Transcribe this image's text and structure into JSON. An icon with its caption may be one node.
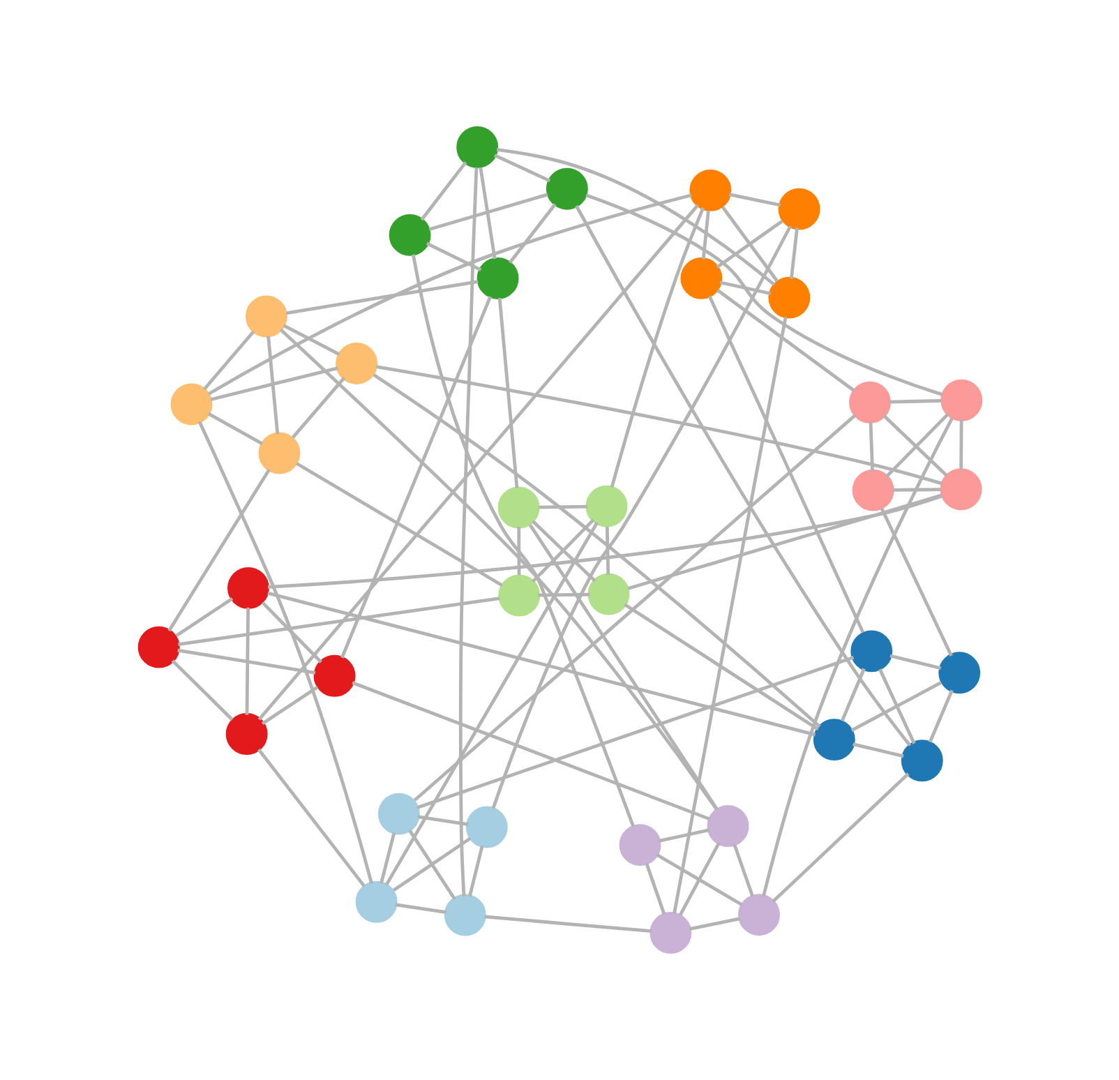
{
  "diagram": {
    "nodes": [
      {
        "text": [],
        "shape": "circle"
      },
      {
        "text": [],
        "shape": "circle"
      },
      {
        "text": [],
        "shape": "circle"
      },
      {
        "text": [],
        "shape": "circle"
      },
      {
        "text": [],
        "shape": "circle"
      },
      {
        "text": [],
        "shape": "circle"
      },
      {
        "text": [],
        "shape": "circle"
      },
      {
        "text": [],
        "shape": "circle"
      },
      {
        "text": [],
        "shape": "circle"
      },
      {
        "text": [],
        "shape": "circle"
      },
      {
        "text": [],
        "shape": "circle"
      },
      {
        "text": [],
        "shape": "circle"
      },
      {
        "text": [],
        "shape": "circle"
      },
      {
        "text": [],
        "shape": "circle"
      },
      {
        "text": [],
        "shape": "circle"
      },
      {
        "text": [],
        "shape": "circle"
      },
      {
        "text": [],
        "shape": "circle"
      },
      {
        "text": [],
        "shape": "circle"
      },
      {
        "text": [],
        "shape": "circle"
      },
      {
        "text": [],
        "shape": "circle"
      },
      {
        "text": [],
        "shape": "circle"
      },
      {
        "text": [],
        "shape": "circle"
      },
      {
        "text": [],
        "shape": "circle"
      },
      {
        "text": [],
        "shape": "circle"
      },
      {
        "text": [],
        "shape": "circle"
      },
      {
        "text": [],
        "shape": "circle"
      },
      {
        "text": [],
        "shape": "circle"
      },
      {
        "text": [],
        "shape": "circle"
      },
      {
        "text": [],
        "shape": "circle"
      },
      {
        "text": [],
        "shape": "circle"
      },
      {
        "text": [],
        "shape": "circle"
      },
      {
        "text": [],
        "shape": "circle"
      },
      {
        "text": [],
        "shape": "circle"
      },
      {
        "text": [],
        "shape": "circle"
      },
      {
        "text": [],
        "shape": "circle"
      },
      {
        "text": [],
        "shape": "circle"
      }
    ],
    "edges": [
      {
        "from": 0,
        "to": 1,
        "arrow": "none"
      },
      {
        "from": 0,
        "to": 2,
        "arrow": "none"
      },
      {
        "from": 0,
        "to": 3,
        "arrow": "none"
      },
      {
        "from": 1,
        "to": 2,
        "arrow": "none"
      },
      {
        "from": 1,
        "to": 3,
        "arrow": "none"
      },
      {
        "from": 2,
        "to": 3,
        "arrow": "none"
      },
      {
        "from": 4,
        "to": 5,
        "arrow": "none"
      },
      {
        "from": 4,
        "to": 6,
        "arrow": "none"
      },
      {
        "from": 4,
        "to": 7,
        "arrow": "none"
      },
      {
        "from": 5,
        "to": 6,
        "arrow": "none"
      },
      {
        "from": 5,
        "to": 7,
        "arrow": "none"
      },
      {
        "from": 6,
        "to": 7,
        "arrow": "none"
      },
      {
        "from": 8,
        "to": 9,
        "arrow": "none"
      },
      {
        "from": 8,
        "to": 10,
        "arrow": "none"
      },
      {
        "from": 8,
        "to": 11,
        "arrow": "none"
      },
      {
        "from": 9,
        "to": 10,
        "arrow": "none"
      },
      {
        "from": 9,
        "to": 11,
        "arrow": "none"
      },
      {
        "from": 10,
        "to": 11,
        "arrow": "none"
      },
      {
        "from": 12,
        "to": 13,
        "arrow": "none"
      },
      {
        "from": 12,
        "to": 14,
        "arrow": "none"
      },
      {
        "from": 12,
        "to": 15,
        "arrow": "none"
      },
      {
        "from": 13,
        "to": 14,
        "arrow": "none"
      },
      {
        "from": 13,
        "to": 15,
        "arrow": "none"
      },
      {
        "from": 14,
        "to": 15,
        "arrow": "none"
      },
      {
        "from": 16,
        "to": 17,
        "arrow": "none"
      },
      {
        "from": 16,
        "to": 18,
        "arrow": "none"
      },
      {
        "from": 16,
        "to": 19,
        "arrow": "none"
      },
      {
        "from": 17,
        "to": 18,
        "arrow": "none"
      },
      {
        "from": 17,
        "to": 19,
        "arrow": "none"
      },
      {
        "from": 18,
        "to": 19,
        "arrow": "none"
      },
      {
        "from": 20,
        "to": 21,
        "arrow": "none"
      },
      {
        "from": 20,
        "to": 22,
        "arrow": "none"
      },
      {
        "from": 20,
        "to": 23,
        "arrow": "none"
      },
      {
        "from": 21,
        "to": 22,
        "arrow": "none"
      },
      {
        "from": 21,
        "to": 23,
        "arrow": "none"
      },
      {
        "from": 22,
        "to": 23,
        "arrow": "none"
      },
      {
        "from": 24,
        "to": 25,
        "arrow": "none"
      },
      {
        "from": 24,
        "to": 26,
        "arrow": "none"
      },
      {
        "from": 24,
        "to": 27,
        "arrow": "none"
      },
      {
        "from": 25,
        "to": 26,
        "arrow": "none"
      },
      {
        "from": 25,
        "to": 27,
        "arrow": "none"
      },
      {
        "from": 26,
        "to": 27,
        "arrow": "none"
      },
      {
        "from": 28,
        "to": 29,
        "arrow": "none"
      },
      {
        "from": 28,
        "to": 30,
        "arrow": "none"
      },
      {
        "from": 28,
        "to": 31,
        "arrow": "none"
      },
      {
        "from": 29,
        "to": 30,
        "arrow": "none"
      },
      {
        "from": 29,
        "to": 31,
        "arrow": "none"
      },
      {
        "from": 30,
        "to": 31,
        "arrow": "none"
      },
      {
        "from": 32,
        "to": 33,
        "arrow": "none"
      },
      {
        "from": 32,
        "to": 34,
        "arrow": "none"
      },
      {
        "from": 32,
        "to": 35,
        "arrow": "none"
      },
      {
        "from": 33,
        "to": 34,
        "arrow": "none"
      },
      {
        "from": 33,
        "to": 35,
        "arrow": "none"
      },
      {
        "from": 34,
        "to": 35,
        "arrow": "none"
      },
      {
        "from": 1,
        "to": 4,
        "arrow": "none"
      },
      {
        "from": 2,
        "to": 8,
        "arrow": "none"
      },
      {
        "from": 3,
        "to": 12,
        "arrow": "none"
      },
      {
        "from": 0,
        "to": 16,
        "arrow": "none"
      },
      {
        "from": 1,
        "to": 20,
        "arrow": "none"
      },
      {
        "from": 2,
        "to": 24,
        "arrow": "none"
      },
      {
        "from": 3,
        "to": 28,
        "arrow": "none"
      },
      {
        "from": 0,
        "to": 32,
        "arrow": "none"
      },
      {
        "from": 6,
        "to": 9,
        "arrow": "none"
      },
      {
        "from": 7,
        "to": 13,
        "arrow": "none"
      },
      {
        "from": 4,
        "to": 17,
        "arrow": "none"
      },
      {
        "from": 5,
        "to": 21,
        "arrow": "none"
      },
      {
        "from": 6,
        "to": 25,
        "arrow": "none"
      },
      {
        "from": 7,
        "to": 29,
        "arrow": "none"
      },
      {
        "from": 4,
        "to": 33,
        "arrow": "none"
      },
      {
        "from": 11,
        "to": 14,
        "arrow": "none"
      },
      {
        "from": 8,
        "to": 18,
        "arrow": "none"
      },
      {
        "from": 9,
        "to": 22,
        "arrow": "none"
      },
      {
        "from": 10,
        "to": 26,
        "arrow": "none"
      },
      {
        "from": 11,
        "to": 30,
        "arrow": "none"
      },
      {
        "from": 8,
        "to": 34,
        "arrow": "none"
      },
      {
        "from": 12,
        "to": 19,
        "arrow": "none"
      },
      {
        "from": 13,
        "to": 23,
        "arrow": "none"
      },
      {
        "from": 14,
        "to": 27,
        "arrow": "none"
      },
      {
        "from": 15,
        "to": 31,
        "arrow": "none"
      },
      {
        "from": 12,
        "to": 35,
        "arrow": "none"
      },
      {
        "from": 17,
        "to": 20,
        "arrow": "none"
      },
      {
        "from": 18,
        "to": 24,
        "arrow": "none"
      },
      {
        "from": 19,
        "to": 28,
        "arrow": "none"
      },
      {
        "from": 16,
        "to": 32,
        "arrow": "none"
      },
      {
        "from": 22,
        "to": 25,
        "arrow": "none"
      },
      {
        "from": 23,
        "to": 29,
        "arrow": "none"
      },
      {
        "from": 20,
        "to": 33,
        "arrow": "none"
      },
      {
        "from": 27,
        "to": 30,
        "arrow": "none"
      },
      {
        "from": 24,
        "to": 34,
        "arrow": "none"
      },
      {
        "from": 28,
        "to": 35,
        "arrow": "none"
      }
    ]
  }
}
